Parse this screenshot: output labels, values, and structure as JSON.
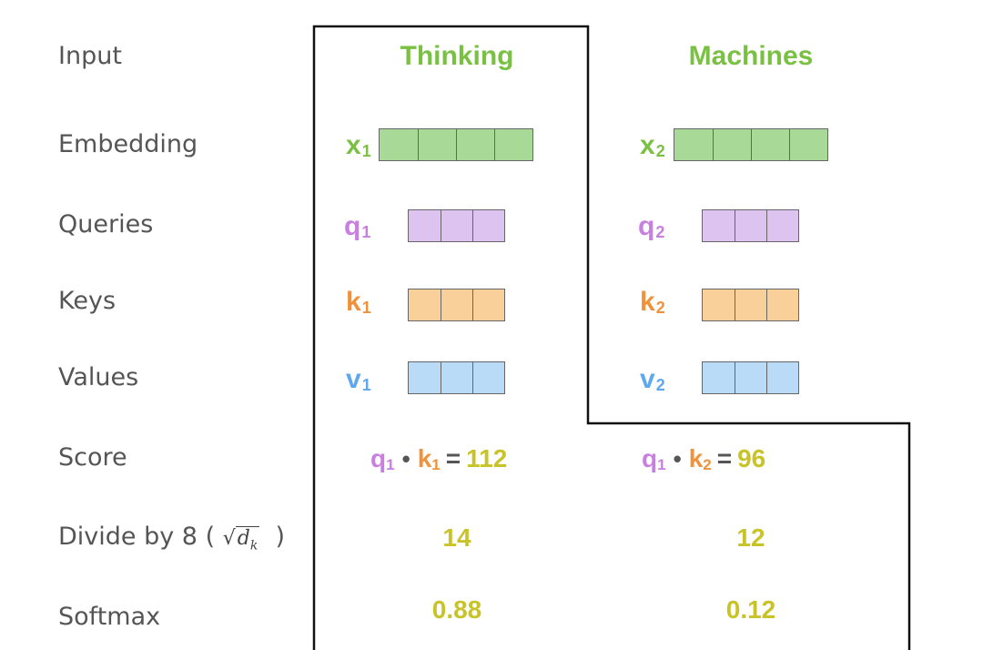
{
  "rows": {
    "input": "Input",
    "embedding": "Embedding",
    "queries": "Queries",
    "keys": "Keys",
    "values": "Values",
    "score": "Score",
    "divide": "Divide by 8 (",
    "divide_close": ")",
    "softmax": "Softmax"
  },
  "sqrt_symbol": "√",
  "sqrt_var": "d",
  "sqrt_sub": "k",
  "colors": {
    "input_green": "#7ac143",
    "query_purple": "#c77fe0",
    "key_orange": "#f0923b",
    "value_blue": "#5ea8ee",
    "number_yellow": "#c9c32a",
    "emb_fill": "#a8d996",
    "query_fill": "#dcc3f0",
    "key_fill": "#f9cf9a",
    "value_fill": "#b9dbf8"
  },
  "columns": [
    {
      "word": "Thinking",
      "x_var": "x",
      "x_sub": "1",
      "q_var": "q",
      "q_sub": "1",
      "k_var": "k",
      "k_sub": "1",
      "v_var": "v",
      "v_sub": "1",
      "score": {
        "q": "q",
        "q_sub": "1",
        "k": "k",
        "k_sub": "1",
        "dot": "•",
        "eq": "=",
        "value": "112"
      },
      "divided": "14",
      "softmax": "0.88"
    },
    {
      "word": "Machines",
      "x_var": "x",
      "x_sub": "2",
      "q_var": "q",
      "q_sub": "2",
      "k_var": "k",
      "k_sub": "2",
      "v_var": "v",
      "v_sub": "2",
      "score": {
        "q": "q",
        "q_sub": "1",
        "k": "k",
        "k_sub": "2",
        "dot": "•",
        "eq": "=",
        "value": "96"
      },
      "divided": "12",
      "softmax": "0.12"
    }
  ]
}
